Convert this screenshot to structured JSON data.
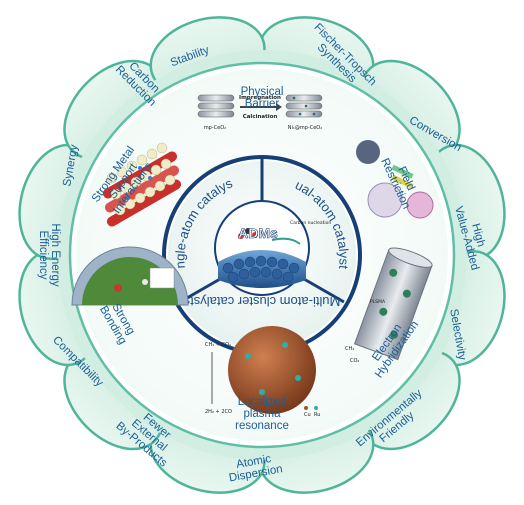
{
  "center": {
    "title": "ADMs",
    "segments": [
      "Single-atom catalysts",
      "Dual-atom catalysts",
      "Multi-atom cluster catalysts"
    ],
    "annotation": "Carbon nucleation",
    "annotation_number": "1"
  },
  "inner_ring_labels": [
    "Physical Barrier",
    "Field Restriction",
    "Electron Hybridization",
    "Localized plasma resonance",
    "Strong Bonding",
    "Strong Metal Support Interactions"
  ],
  "outer_ring_labels": [
    "Stability",
    "Fischer-Tropsch Synthesis",
    "Conversion",
    "High Value-Added",
    "Selectivity",
    "Environmentally Friendly",
    "Atomic Dispersion",
    "Fewer External By-Products",
    "Compatibility",
    "High Energy Efficiency",
    "Synergy",
    "Carbon Reduction"
  ],
  "figure_text": {
    "impregnation": "Impregnation",
    "calcination": "Calcination",
    "mp_ceo2": "mp-CeO₂",
    "ni_mp_ceo2": "Ni₁@mp-CeO₂",
    "ch4_co2": "CH₄ + CO₂",
    "h2_co": "2H₂ + 2CO",
    "cu": "Cu",
    "ru": "Ru",
    "plasma": "PLSMA",
    "ch4": "CH₄",
    "co2": "CO₂"
  },
  "colors": {
    "teal_border": "#5fbfa6",
    "teal_light": "#d9f0e6",
    "navy": "#1a4f8c",
    "text_blue": "#1b5e96"
  }
}
